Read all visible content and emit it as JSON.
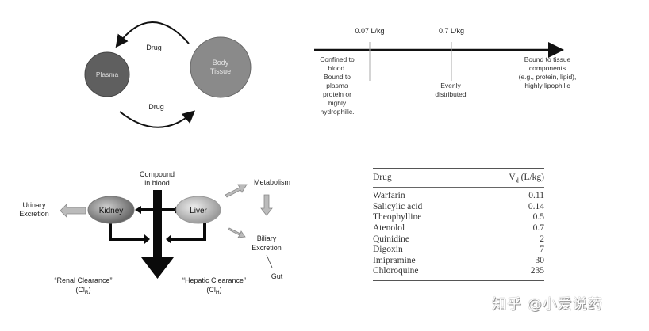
{
  "panel_distribution": {
    "left_node": "Plasma",
    "right_node_line1": "Body",
    "right_node_line2": "Tissue",
    "top_arrow_label": "Drug",
    "bottom_arrow_label": "Drug",
    "colors": {
      "plasma": "#5f5f5f",
      "tissue": "#8a8a8a"
    }
  },
  "panel_vd_scale": {
    "ticks": [
      {
        "label": "0.07 L/kg"
      },
      {
        "label": "0.7 L/kg"
      }
    ],
    "left_text": [
      "Confined to",
      "blood.",
      "Bound to",
      "plasma",
      "protein or",
      "highly",
      "hydrophilic."
    ],
    "middle_text": [
      "Evenly",
      "distributed"
    ],
    "right_text": [
      "Bound to tissue",
      "components",
      "(e.g., protein, lipid),",
      "highly lipophilic"
    ]
  },
  "panel_clearance": {
    "top_label_line1": "Compound",
    "top_label_line2": "in blood",
    "kidney": "Kidney",
    "liver": "Liver",
    "urinary_line1": "Urinary",
    "urinary_line2": "Excretion",
    "metabolism": "Metabolism",
    "biliary_line1": "Biliary",
    "biliary_line2": "Excretion",
    "gut": "Gut",
    "renal_label": "“Renal Clearance”",
    "renal_symbol": "(Cl",
    "renal_sub": "R",
    "hepatic_label": "“Hepatic Clearance”",
    "hepatic_symbol": "(Cl",
    "hepatic_sub": "H",
    "close_paren": ")"
  },
  "vd_table": {
    "col_drug": "Drug",
    "col_vd_prefix": "V",
    "col_vd_sub": "d",
    "col_vd_suffix": " (L/kg)",
    "rows": [
      {
        "drug": "Warfarin",
        "vd": "0.11"
      },
      {
        "drug": "Salicylic acid",
        "vd": "0.14"
      },
      {
        "drug": "Theophylline",
        "vd": "0.5"
      },
      {
        "drug": "Atenolol",
        "vd": "0.7"
      },
      {
        "drug": "Quinidine",
        "vd": "2"
      },
      {
        "drug": "Digoxin",
        "vd": "7"
      },
      {
        "drug": "Imipramine",
        "vd": "30"
      },
      {
        "drug": "Chloroquine",
        "vd": "235"
      }
    ]
  },
  "watermark": "知乎 @小爱说药"
}
